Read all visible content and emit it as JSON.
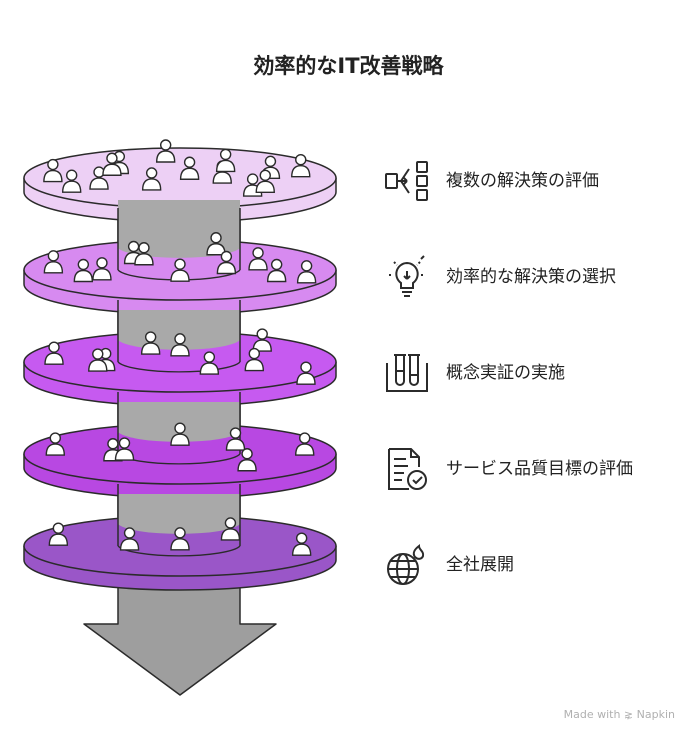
{
  "title": "効率的なIT改善戦略",
  "colors": {
    "outline": "#2b2b2b",
    "pole": "#a9a9a9",
    "arrow": "#9e9e9e",
    "person_fill": "#ffffff",
    "layers": [
      "#edd0f5",
      "#d78af0",
      "#c65af0",
      "#b848e2",
      "#9a56c8"
    ]
  },
  "steps": [
    {
      "label": "複数の解決策の評価",
      "icon": "branching-options-icon",
      "people": 14
    },
    {
      "label": "効率的な解決策の選択",
      "icon": "lightbulb-icon",
      "people": 11
    },
    {
      "label": "概念実証の実施",
      "icon": "test-tubes-icon",
      "people": 9
    },
    {
      "label": "サービス品質目標の評価",
      "icon": "checklist-document-icon",
      "people": 7
    },
    {
      "label": "全社展開",
      "icon": "globe-flame-icon",
      "people": 5
    }
  ],
  "footer": "Made with ⋧ Napkin"
}
